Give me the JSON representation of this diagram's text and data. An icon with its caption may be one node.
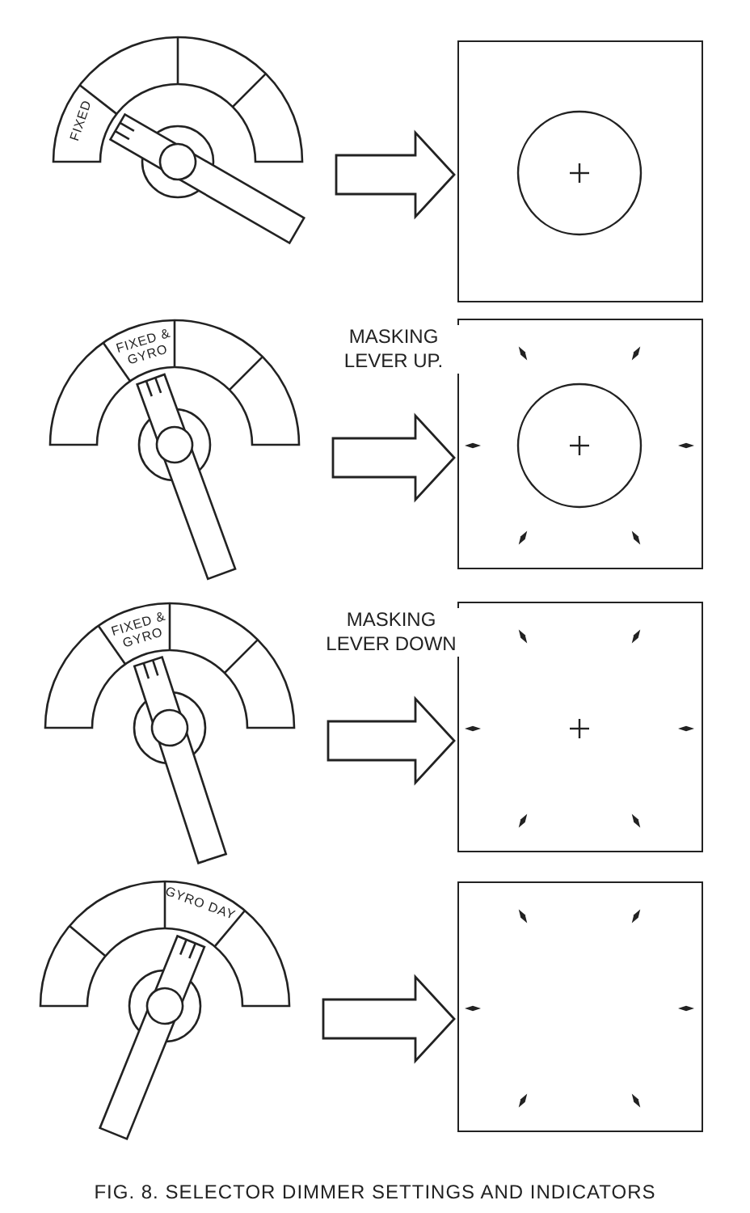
{
  "diagram": {
    "caption": "FIG. 8. SELECTOR DIMMER SETTINGS AND INDICATORS",
    "nodes": [
      {
        "text": [
          "FIXED"
        ]
      },
      {
        "text": [],
        "shape": "box"
      },
      {
        "text": [
          "FIXED & GYRO"
        ]
      },
      {
        "text": [],
        "shape": "box"
      },
      {
        "text": [
          "FIXED & GYRO"
        ]
      },
      {
        "text": [],
        "shape": "box"
      },
      {
        "text": [
          "GYRO DAY"
        ]
      },
      {
        "text": [],
        "shape": "box"
      }
    ],
    "edges": [
      {
        "from": 0,
        "to": 1,
        "arrow": "to"
      },
      {
        "from": 2,
        "to": 3,
        "arrow": "to",
        "label": "MASKING LEVER UP."
      },
      {
        "from": 4,
        "to": 5,
        "arrow": "to",
        "label": "MASKING LEVER DOWN"
      },
      {
        "from": 6,
        "to": 7,
        "arrow": "to"
      }
    ]
  }
}
